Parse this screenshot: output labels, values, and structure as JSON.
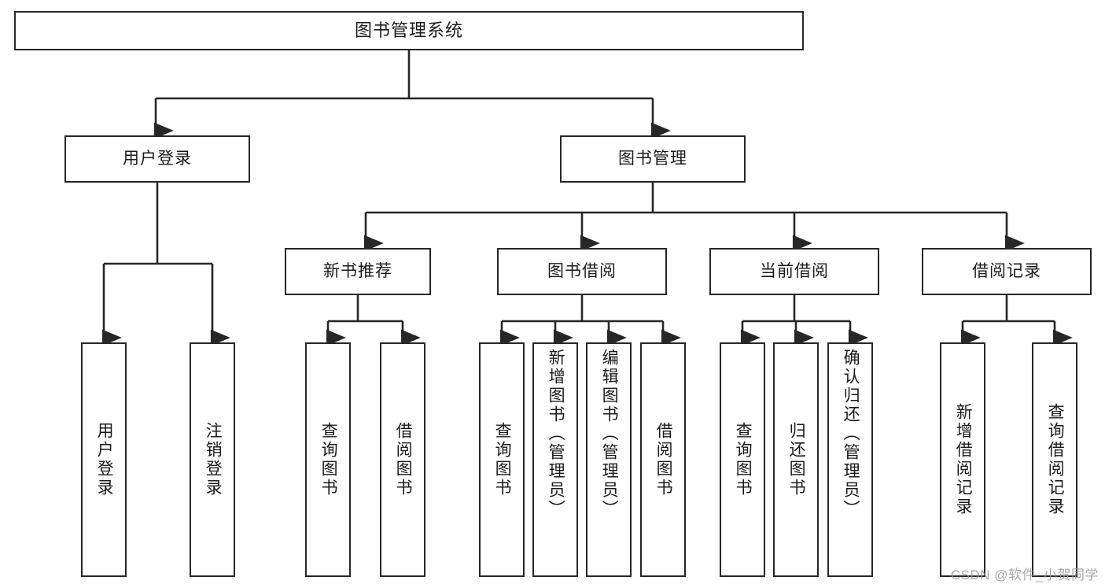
{
  "diagram": {
    "title": "图书管理系统",
    "type": "tree-hierarchy-diagram",
    "watermark": "CSDN @软件_小贺同学",
    "colors": {
      "box_border": "#272727",
      "box_fill": "#ffffff",
      "connector": "#272727",
      "text": "#1b1b1b",
      "watermark": "#9a9a9a",
      "background": "#ffffff"
    },
    "root": {
      "label": "图书管理系统"
    },
    "level2": [
      {
        "id": "user-login",
        "label": "用户登录"
      },
      {
        "id": "book-manage",
        "label": "图书管理"
      }
    ],
    "level3": [
      {
        "id": "new-book-recommend",
        "label": "新书推荐"
      },
      {
        "id": "book-borrow",
        "label": "图书借阅"
      },
      {
        "id": "current-borrow",
        "label": "当前借阅"
      },
      {
        "id": "borrow-record",
        "label": "借阅记录"
      }
    ],
    "leaves": {
      "user-login": [
        {
          "id": "leaf-user-login",
          "label": "用户登录"
        },
        {
          "id": "leaf-logout-login",
          "label": "注销登录"
        }
      ],
      "new-book-recommend": [
        {
          "id": "leaf-query-book-1",
          "label": "查询图书"
        },
        {
          "id": "leaf-borrow-book-1",
          "label": "借阅图书"
        }
      ],
      "book-borrow": [
        {
          "id": "leaf-query-book-2",
          "label": "查询图书"
        },
        {
          "id": "leaf-add-book-admin",
          "label": "新增图书（管理员）"
        },
        {
          "id": "leaf-edit-book-admin",
          "label": "编辑图书（管理员）"
        },
        {
          "id": "leaf-borrow-book-2",
          "label": "借阅图书"
        }
      ],
      "current-borrow": [
        {
          "id": "leaf-query-book-3",
          "label": "查询图书"
        },
        {
          "id": "leaf-return-book",
          "label": "归还图书"
        },
        {
          "id": "leaf-confirm-return-admin",
          "label": "确认归还（管理员）"
        }
      ],
      "borrow-record": [
        {
          "id": "leaf-add-borrow-record",
          "label": "新增借阅记录"
        },
        {
          "id": "leaf-query-borrow-record",
          "label": "查询借阅记录"
        }
      ]
    }
  }
}
